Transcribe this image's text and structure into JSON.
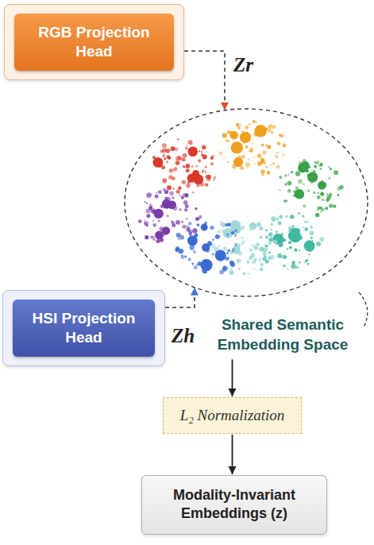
{
  "diagram": {
    "nodes": [
      {
        "text": [
          "RGB Projection Head"
        ]
      },
      {
        "text": [
          "HSI Projection Head"
        ]
      },
      {
        "text": [
          "Shared Semantic Embedding Space"
        ]
      },
      {
        "text": [
          "L₂ Normalization"
        ]
      },
      {
        "text": [
          "Modality-Invariant Embeddings (z)"
        ]
      }
    ],
    "edges": [
      {
        "from": 0,
        "to": 2,
        "arrow": "to",
        "label": "Zr"
      },
      {
        "from": 1,
        "to": 2,
        "arrow": "to",
        "label": "Zh"
      },
      {
        "from": 2,
        "to": 3,
        "arrow": "to"
      },
      {
        "from": 3,
        "to": 4,
        "arrow": "to"
      }
    ]
  }
}
